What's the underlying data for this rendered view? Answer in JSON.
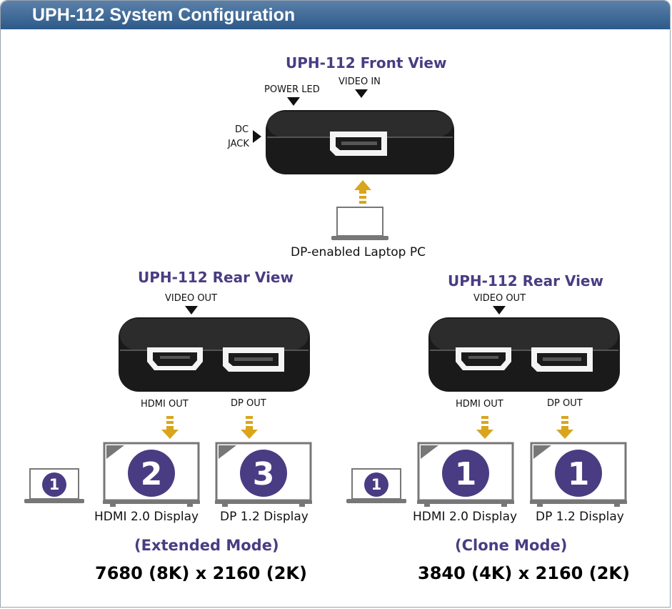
{
  "header": {
    "title": "UPH-112 System Configuration"
  },
  "front": {
    "title": "UPH-112 Front View",
    "power_led": "POWER LED",
    "video_in": "VIDEO IN",
    "dc_jack_line1": "DC",
    "dc_jack_line2": "JACK",
    "laptop_label": "DP-enabled Laptop PC"
  },
  "extended": {
    "title": "UPH-112 Rear View",
    "video_out": "VIDEO OUT",
    "hdmi_out": "HDMI OUT",
    "dp_out": "DP OUT",
    "laptop_number": "1",
    "hdmi_number": "2",
    "dp_number": "3",
    "hdmi_display": "HDMI 2.0 Display",
    "dp_display": "DP 1.2 Display",
    "mode": "(Extended Mode)",
    "resolution": "7680 (8K) x 2160 (2K)"
  },
  "clone": {
    "title": "UPH-112 Rear View",
    "video_out": "VIDEO OUT",
    "hdmi_out": "HDMI OUT",
    "dp_out": "DP OUT",
    "laptop_number": "1",
    "hdmi_number": "1",
    "dp_number": "1",
    "hdmi_display": "HDMI 2.0 Display",
    "dp_display": "DP 1.2 Display",
    "mode": "(Clone Mode)",
    "resolution": "3840 (4K) x 2160 (2K)"
  },
  "colors": {
    "header": "#3a6593",
    "purple": "#4a3c82",
    "arrow": "#d9a51c",
    "device": "#1e1e1e"
  }
}
